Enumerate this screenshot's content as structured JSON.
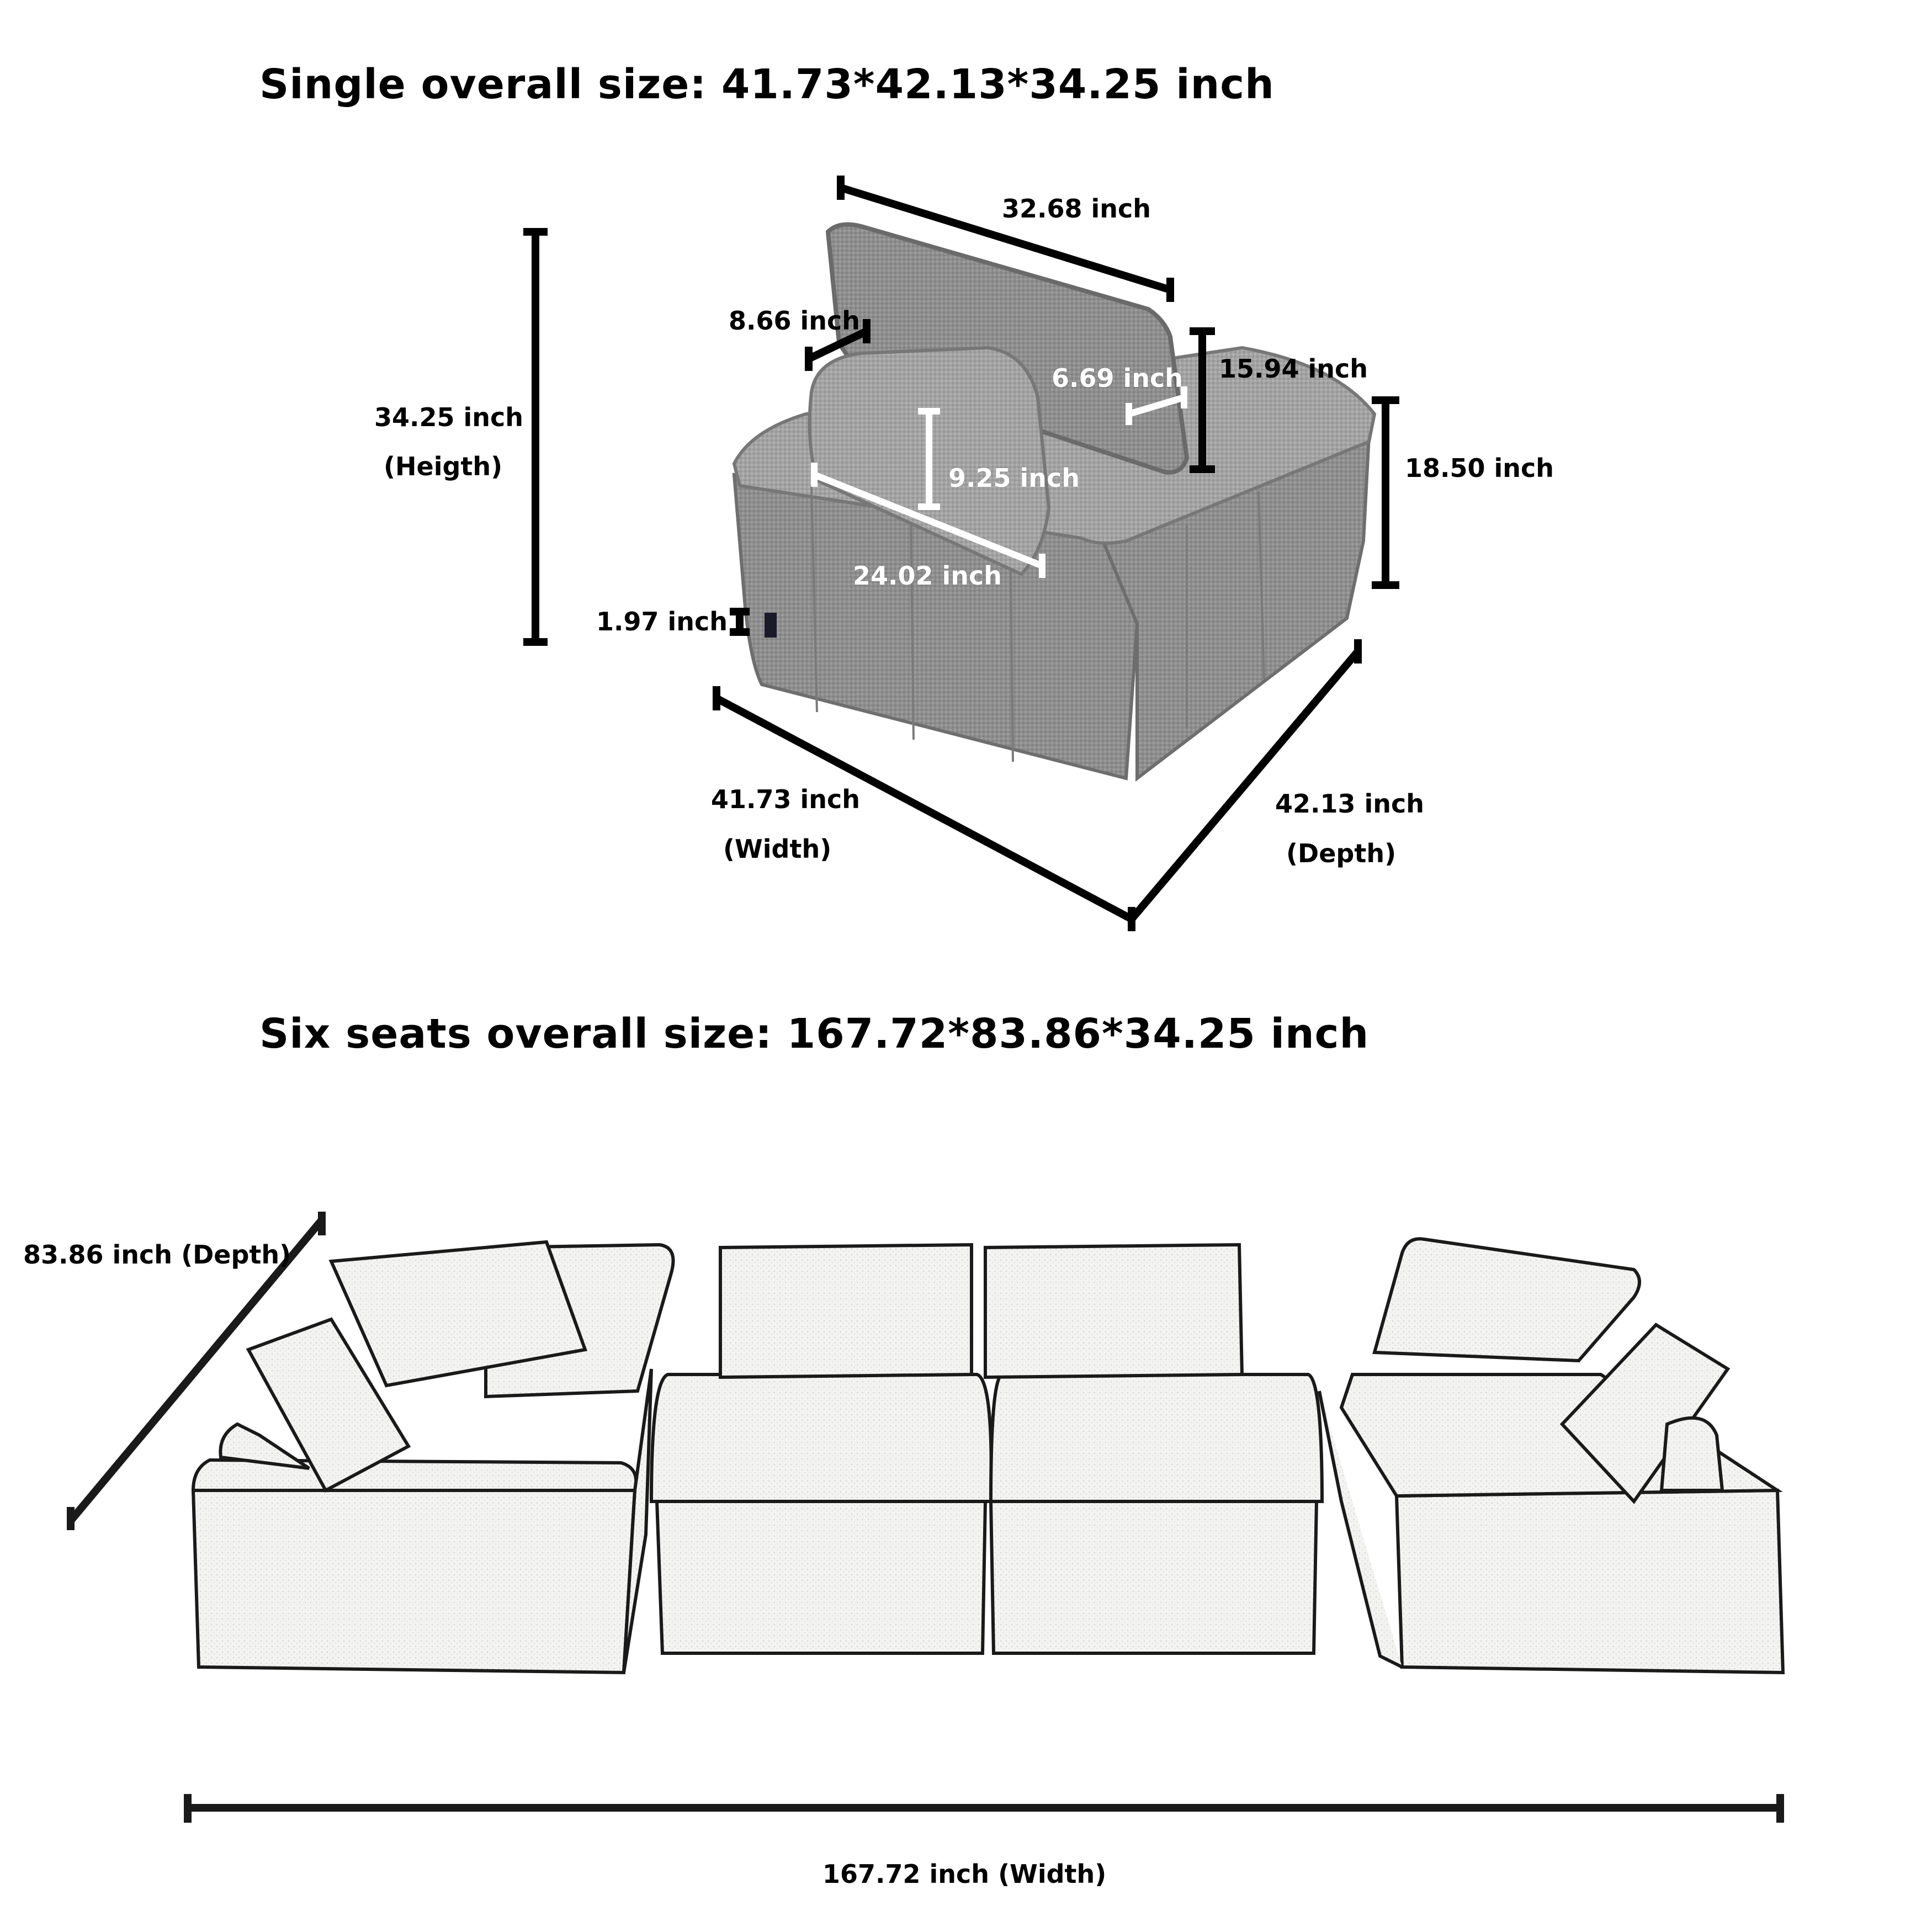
{
  "single": {
    "title": "Single overall size: 41.73*42.13*34.25 inch",
    "dimensions": {
      "back_cushion_length": "32.68 inch",
      "back_cushion_thickness": "8.66 inch",
      "back_cushion_height": "15.94 inch",
      "pillow_thickness": "6.69 inch",
      "pillow_height": "9.25 inch",
      "pillow_length": "24.02 inch",
      "seat_height": "18.50 inch",
      "overall_height_value": "34.25 inch",
      "overall_height_caption": "(Heigth)",
      "leg_height": "1.97 inch",
      "width_value": "41.73 inch",
      "width_caption": "(Width)",
      "depth_value": "42.13 inch",
      "depth_caption": "(Depth)"
    }
  },
  "six_seats": {
    "title": "Six seats overall size: 167.72*83.86*34.25 inch",
    "depth_label": "83.86 inch (Depth)",
    "width_label": "167.72 inch (Width)"
  },
  "colors": {
    "sofa_fabric": "#8c8c8c",
    "sofa_fabric_light": "#a9a9a9",
    "sketch_fill": "#f2f2f0",
    "sketch_outline": "#1a1a1a",
    "dimension_line": "#000000",
    "dimension_line_white": "#ffffff"
  }
}
